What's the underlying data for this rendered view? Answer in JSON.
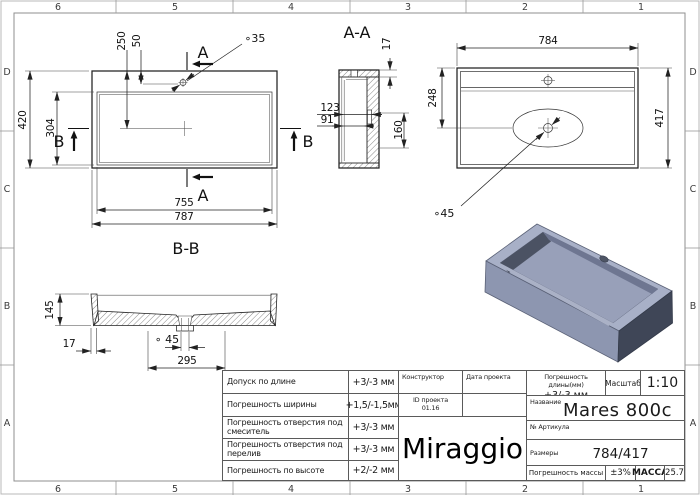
{
  "frame": {
    "columns": [
      "6",
      "5",
      "4",
      "3",
      "2",
      "1"
    ],
    "rows": [
      "D",
      "C",
      "B",
      "A"
    ]
  },
  "views": {
    "plan_left": {
      "section_a_label": "A",
      "section_b_label": "B",
      "dims": {
        "h420": "420",
        "h304": "304",
        "d250": "250",
        "d50": "50",
        "hole": "∘35",
        "w755": "755",
        "w787": "787"
      }
    },
    "section_aa": {
      "title": "A-A",
      "dims": {
        "t17": "17",
        "w123": "123",
        "w91": "91",
        "h160": "160"
      }
    },
    "plan_right": {
      "dims": {
        "w784": "784",
        "d248": "248",
        "h417": "417",
        "drain": "∘45"
      }
    },
    "section_bb": {
      "title": "B-B",
      "dims": {
        "h145": "145",
        "t17": "17",
        "drain": "∘ 45",
        "off295": "295"
      }
    }
  },
  "title_block": {
    "tolerances": [
      {
        "label": "Допуск по длине",
        "value": "+3/-3 мм"
      },
      {
        "label": "Погрешность ширины",
        "value": "+1,5/-1,5мм"
      },
      {
        "label": "Погрешность отверстия под смеситель",
        "value": "+3/-3 мм"
      },
      {
        "label": "Погрешность отверстия под перелив",
        "value": "+3/-3 мм"
      },
      {
        "label": "Погрешность по высоте",
        "value": "+2/-2 мм"
      }
    ],
    "constructor_label": "Конструктор",
    "project_date_label": "Дата проекта",
    "project_id_label": "ID проекта",
    "project_id_value": "01.16",
    "logo": "Miraggio",
    "length_tolerance_label": "Погрешность длины(мм)",
    "length_tolerance_value": "+3/-3 мм",
    "scale_label": "Масштаб",
    "scale_value": "1:10",
    "name_label": "Название",
    "name_value": "Mares 800c",
    "sku_label": "№ Артикула",
    "size_label": "Размеры",
    "size_value": "784/417",
    "mass_tolerance_label": "Погрешность массы",
    "mass_tolerance_value": "±3%",
    "mass_label": "МАССА",
    "mass_value": "25.7"
  },
  "colors": {
    "render": {
      "top": "#a8b0c7",
      "left_face": "#8d96b0",
      "right_face": "#3f4657",
      "floor": "#98a0b9",
      "wall_shadow": "#4b5263",
      "back_strip": "#6e7691",
      "near_strip": "#aab1c6",
      "hole": "#4e5565"
    }
  }
}
